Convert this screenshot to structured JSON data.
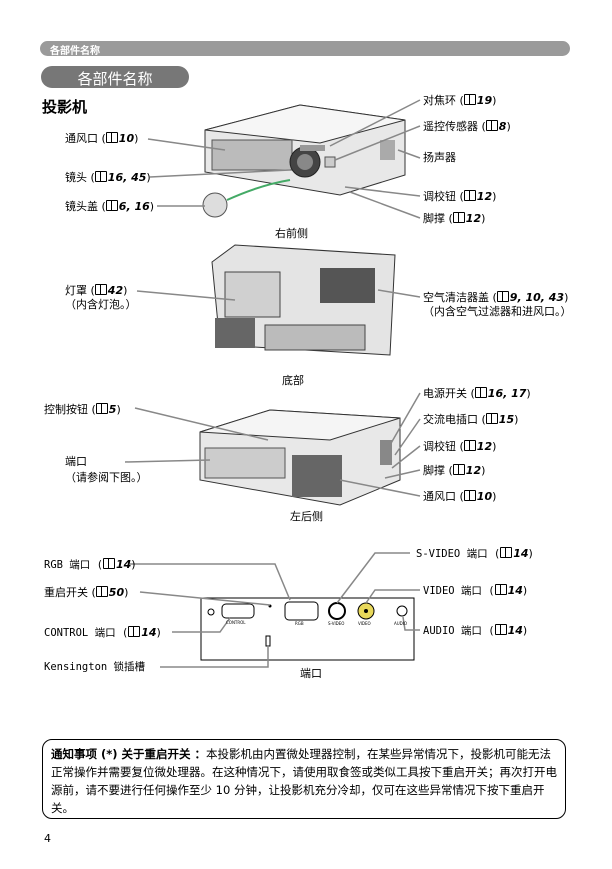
{
  "header": {
    "bar_title": "各部件名称",
    "section_title": "各部件名称",
    "sub_title": "投影机"
  },
  "front": {
    "caption": "右前侧",
    "vent": {
      "text": "通风口 (",
      "ref": "10"
    },
    "lens": {
      "text": "镜头 (",
      "ref": "16, 45"
    },
    "lens_cap": {
      "text": "镜头盖 (",
      "ref": "6, 16"
    },
    "focus_ring": {
      "text": "对焦环 (",
      "ref": "19"
    },
    "remote_sensor": {
      "text": "遥控传感器 (",
      "ref": "8"
    },
    "speaker": {
      "text": "扬声器"
    },
    "elevator_button": {
      "text": "调校钮 (",
      "ref": "12"
    },
    "elevator_foot": {
      "text": "脚撑 (",
      "ref": "12"
    }
  },
  "bottom": {
    "caption": "底部",
    "lamp_cover": {
      "text": "灯罩 (",
      "ref": "42",
      "note": "（内含灯泡。）"
    },
    "filter_cover": {
      "text": "空气清洁器盖 (",
      "ref": "9, 10, 43",
      "note": "（内含空气过滤器和进风口。）"
    }
  },
  "rear": {
    "caption": "左后侧",
    "control_buttons": {
      "text": "控制按钮 (",
      "ref": "5"
    },
    "ports": {
      "text": "端口",
      "note": "（请参阅下图。）"
    },
    "power_switch": {
      "text": "电源开关 (",
      "ref": "16, 17"
    },
    "ac_inlet": {
      "text": "交流电插口 (",
      "ref": "15"
    },
    "elevator_button": {
      "text": "调校钮 (",
      "ref": "12"
    },
    "elevator_foot": {
      "text": "脚撑 (",
      "ref": "12"
    },
    "vent": {
      "text": "通风口 (",
      "ref": "10"
    }
  },
  "ports": {
    "caption": "端口",
    "rgb": {
      "text": "RGB 端口 (",
      "ref": "14"
    },
    "reset": {
      "text": "重启开关 (",
      "ref": "50"
    },
    "control": {
      "text": "CONTROL  端口 (",
      "ref": "14"
    },
    "kensington": {
      "text": "Kensington 锁插槽"
    },
    "svideo": {
      "text": "S-VIDEO 端口 (",
      "ref": "14"
    },
    "video": {
      "text": "VIDEO 端口 (",
      "ref": "14"
    },
    "audio": {
      "text": "AUDIO  端口 (",
      "ref": "14"
    },
    "panel_labels": {
      "control": "CONTROL",
      "rgb": "RGB",
      "svideo": "S-VIDEO",
      "video": "VIDEO",
      "audio": "AUDIO"
    }
  },
  "note": {
    "title": "通知事项  (*) 关于重启开关 ：",
    "body": "本投影机由内置微处理器控制，在某些异常情况下，投影机可能无法正常操作并需要复位微处理器。在这种情况下，请使用取食签或类似工具按下重启开关；再次打开电源前，请不要进行任何操作至少 10 分钟，让投影机充分冷却，仅可在这些异常情况下按下重启开关。"
  },
  "page_number": "4"
}
